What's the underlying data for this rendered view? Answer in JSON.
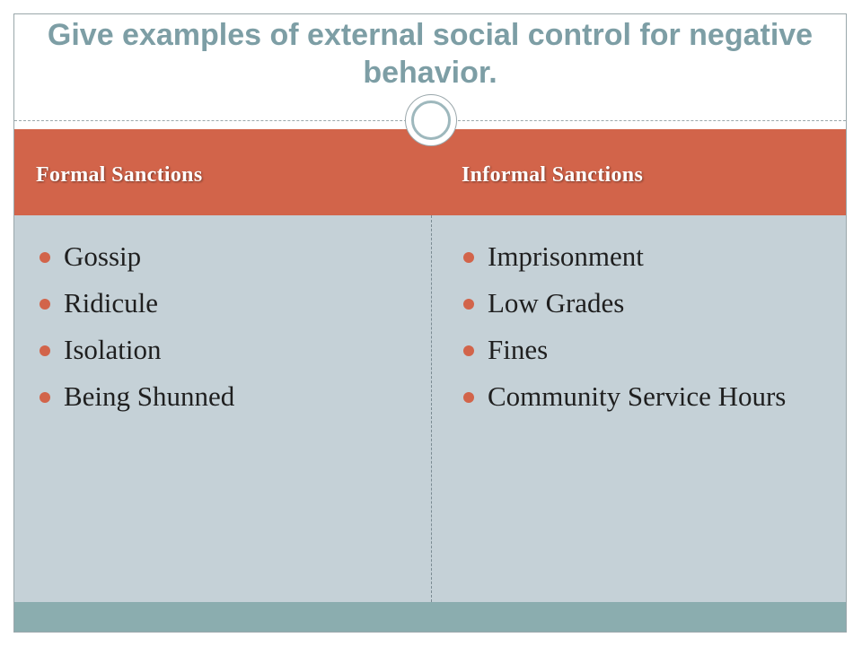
{
  "slide": {
    "title": "Give examples of external social control for negative behavior.",
    "accent_color": "#d2644a",
    "body_color": "#c5d1d7",
    "footer_color": "#8badaf",
    "title_color": "#7d9ea5"
  },
  "table": {
    "columns": [
      {
        "header": "Formal Sanctions",
        "items": [
          "Gossip",
          "Ridicule",
          "Isolation",
          "Being Shunned"
        ]
      },
      {
        "header": "Informal Sanctions",
        "items": [
          "Imprisonment",
          "Low Grades",
          "Fines",
          "Community Service Hours"
        ]
      }
    ]
  }
}
